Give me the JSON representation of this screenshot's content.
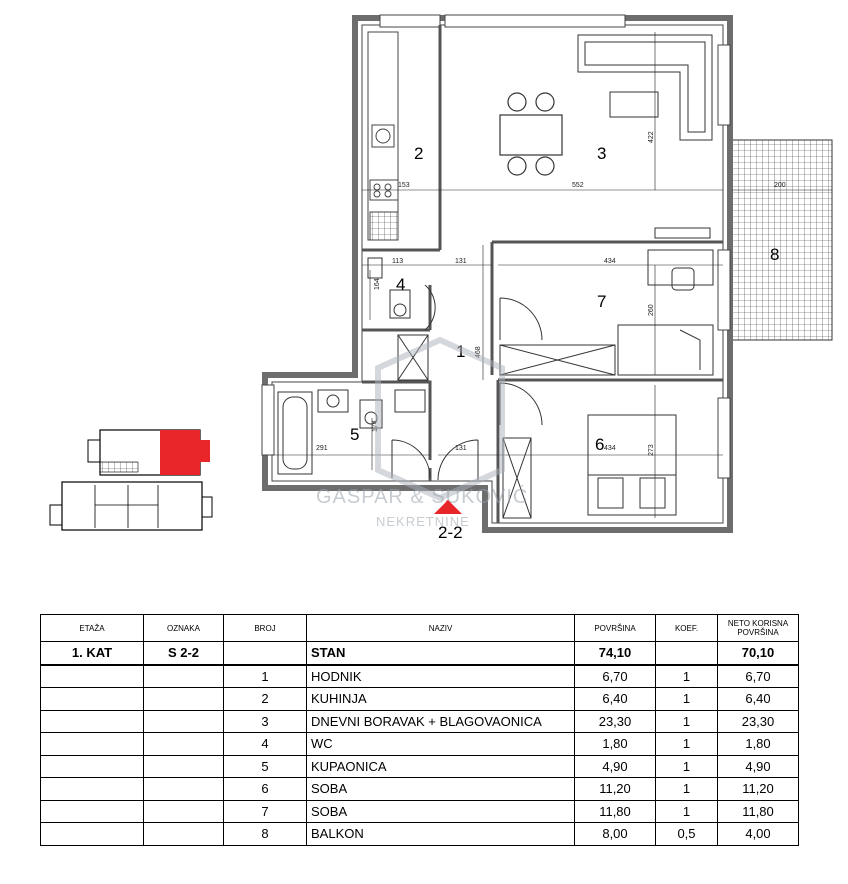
{
  "plan": {
    "rooms": [
      {
        "id": "1",
        "label": "1"
      },
      {
        "id": "2",
        "label": "2"
      },
      {
        "id": "3",
        "label": "3"
      },
      {
        "id": "4",
        "label": "4"
      },
      {
        "id": "5",
        "label": "5"
      },
      {
        "id": "6",
        "label": "6"
      },
      {
        "id": "7",
        "label": "7"
      },
      {
        "id": "8",
        "label": "8"
      }
    ],
    "dimensions": [
      "153",
      "552",
      "422",
      "200",
      "113",
      "131",
      "164",
      "434",
      "260",
      "468",
      "174",
      "291",
      "131",
      "434",
      "273"
    ],
    "section_marker": "2-2",
    "watermark": {
      "line1": "GASPAR & SUKOVIĆ",
      "line2": "NEKRETNINE"
    },
    "highlight_color": "#e8262a"
  },
  "table": {
    "headers": [
      "ETAŽA",
      "OZNAKA",
      "BROJ",
      "NAZIV",
      "POVRŠINA",
      "KOEF.",
      "NETO KORISNA POVRŠINA"
    ],
    "summary": {
      "etaza": "1. KAT",
      "oznaka": "S 2-2",
      "broj": "",
      "naziv": "STAN",
      "povrsina": "74,10",
      "koef": "",
      "neto": "70,10"
    },
    "rows": [
      {
        "broj": "1",
        "naziv": "HODNIK",
        "povrsina": "6,70",
        "koef": "1",
        "neto": "6,70"
      },
      {
        "broj": "2",
        "naziv": "KUHINJA",
        "povrsina": "6,40",
        "koef": "1",
        "neto": "6,40"
      },
      {
        "broj": "3",
        "naziv": "DNEVNI BORAVAK + BLAGOVAONICA",
        "povrsina": "23,30",
        "koef": "1",
        "neto": "23,30"
      },
      {
        "broj": "4",
        "naziv": "WC",
        "povrsina": "1,80",
        "koef": "1",
        "neto": "1,80"
      },
      {
        "broj": "5",
        "naziv": "KUPAONICA",
        "povrsina": "4,90",
        "koef": "1",
        "neto": "4,90"
      },
      {
        "broj": "6",
        "naziv": "SOBA",
        "povrsina": "11,20",
        "koef": "1",
        "neto": "11,20"
      },
      {
        "broj": "7",
        "naziv": "SOBA",
        "povrsina": "11,80",
        "koef": "1",
        "neto": "11,80"
      },
      {
        "broj": "8",
        "naziv": "BALKON",
        "povrsina": "8,00",
        "koef": "0,5",
        "neto": "4,00"
      }
    ]
  }
}
